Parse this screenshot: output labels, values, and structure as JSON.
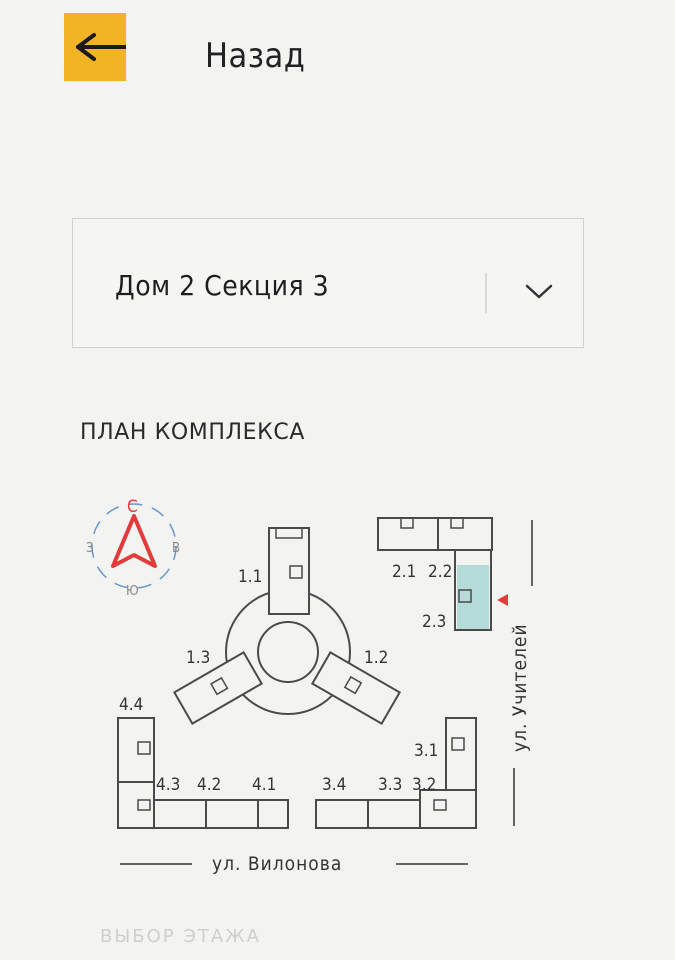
{
  "header": {
    "back_label": "Назад"
  },
  "selector": {
    "value": "Дом 2 Секция 3"
  },
  "plan": {
    "title": "ПЛАН КОМПЛЕКСА",
    "compass": {
      "north": "С",
      "west": "З",
      "east": "В",
      "south": "Ю"
    },
    "buildings": {
      "b11": "1.1",
      "b12": "1.2",
      "b13": "1.3",
      "b21": "2.1",
      "b22": "2.2",
      "b23": "2.3",
      "b31": "3.1",
      "b32": "3.2",
      "b33": "3.3",
      "b34": "3.4",
      "b41": "4.1",
      "b42": "4.2",
      "b43": "4.3",
      "b44": "4.4"
    },
    "streets": {
      "bottom": "ул. Вилонова",
      "right": "ул. Учителей"
    }
  },
  "footer": {
    "floor_select": "ВЫБОР ЭТАЖА"
  },
  "colors": {
    "accent": "#f0b424",
    "compass_red": "#e23b3b",
    "selected_section": "#b5dcd8",
    "map_line": "#4a4a4a"
  }
}
